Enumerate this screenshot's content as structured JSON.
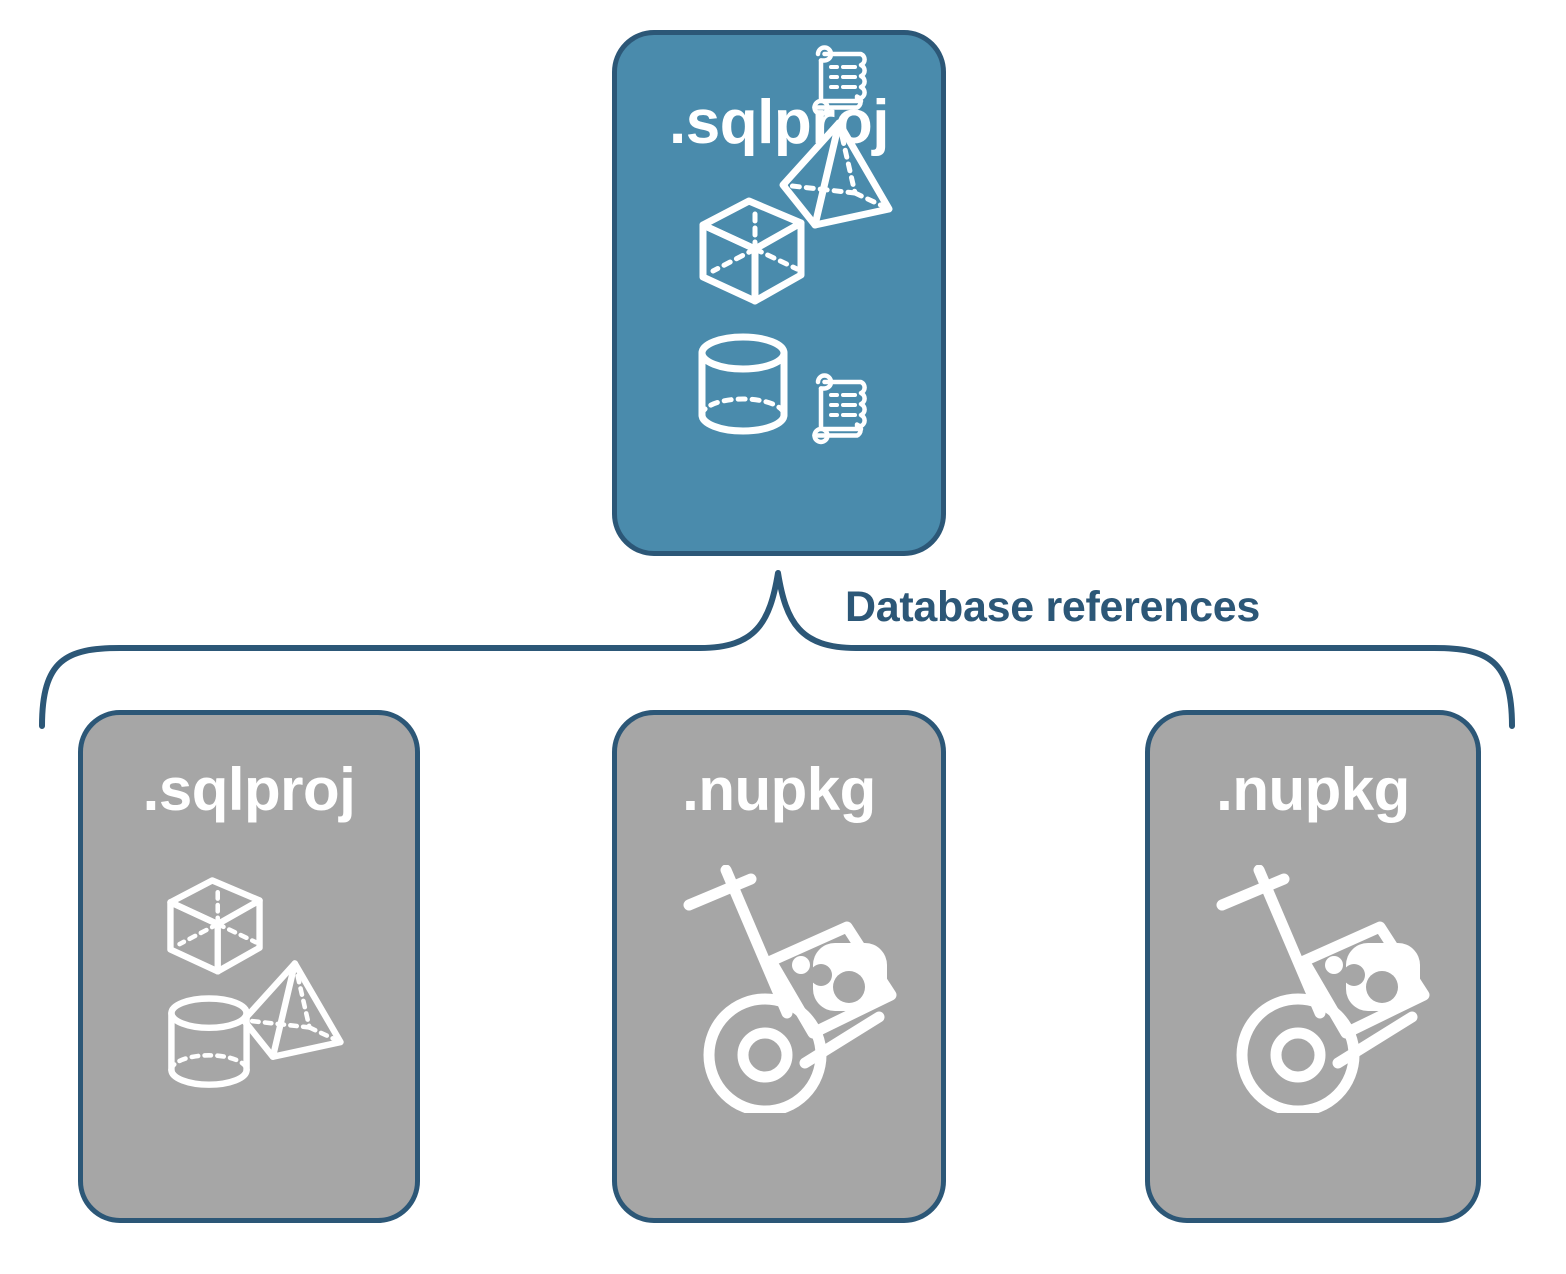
{
  "diagram": {
    "title_text": "Database references",
    "colors": {
      "accent_teal": "#4A8BAC",
      "neutral_gray": "#A6A6A6",
      "border_navy": "#2C5777",
      "label_navy": "#2C5777",
      "icon_white": "#FFFFFF",
      "background": "#FFFFFF"
    },
    "root": {
      "label": ".sqlproj",
      "fill": "teal",
      "icons": [
        "cube-icon",
        "scroll-icon",
        "pyramid-icon",
        "cylinder-icon",
        "scroll-icon"
      ]
    },
    "connector": {
      "label": "Database references",
      "style": "curly-brace",
      "branch_count": 3
    },
    "references": [
      {
        "label": ".sqlproj",
        "fill": "gray",
        "icons": [
          "cube-icon",
          "pyramid-icon",
          "cylinder-icon"
        ]
      },
      {
        "label": ".nupkg",
        "fill": "gray",
        "icons": [
          "hand-truck-package-icon"
        ]
      },
      {
        "label": ".nupkg",
        "fill": "gray",
        "icons": [
          "hand-truck-package-icon"
        ]
      }
    ]
  }
}
